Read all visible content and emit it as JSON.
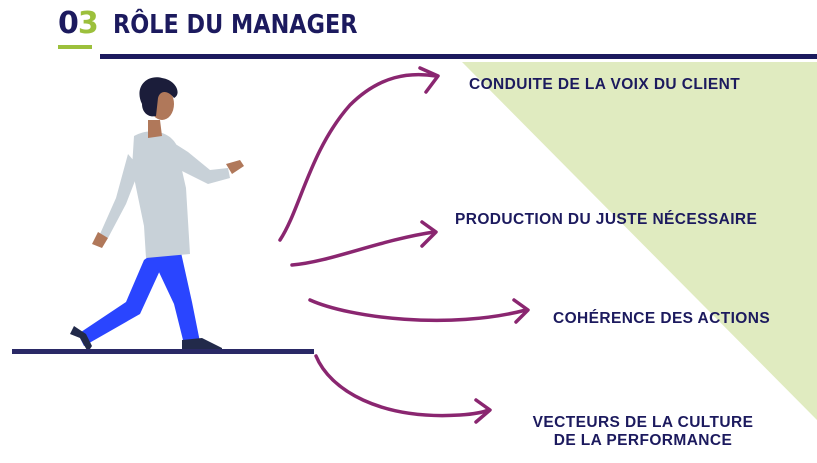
{
  "header": {
    "number_zero": "0",
    "number_three": "3",
    "title": "RÔLE DU MANAGER"
  },
  "items": [
    {
      "label": "CONDUITE DE LA VOIX DU CLIENT"
    },
    {
      "label": "PRODUCTION DU JUSTE NÉCESSAIRE"
    },
    {
      "label": "COHÉRENCE DES ACTIONS"
    },
    {
      "label_line1": "VECTEURS DE LA CULTURE",
      "label_line2": "DE LA PERFORMANCE"
    }
  ],
  "colors": {
    "navy": "#1c1a5e",
    "green_accent": "#9cc03c",
    "light_green": "#e0ebc0",
    "arrow": "#8a2670",
    "pants": "#2a45ff",
    "shirt": "#c8d1d8",
    "skin": "#b0785a"
  },
  "icons": [
    "walking-person-illustration",
    "arrow-icon"
  ]
}
